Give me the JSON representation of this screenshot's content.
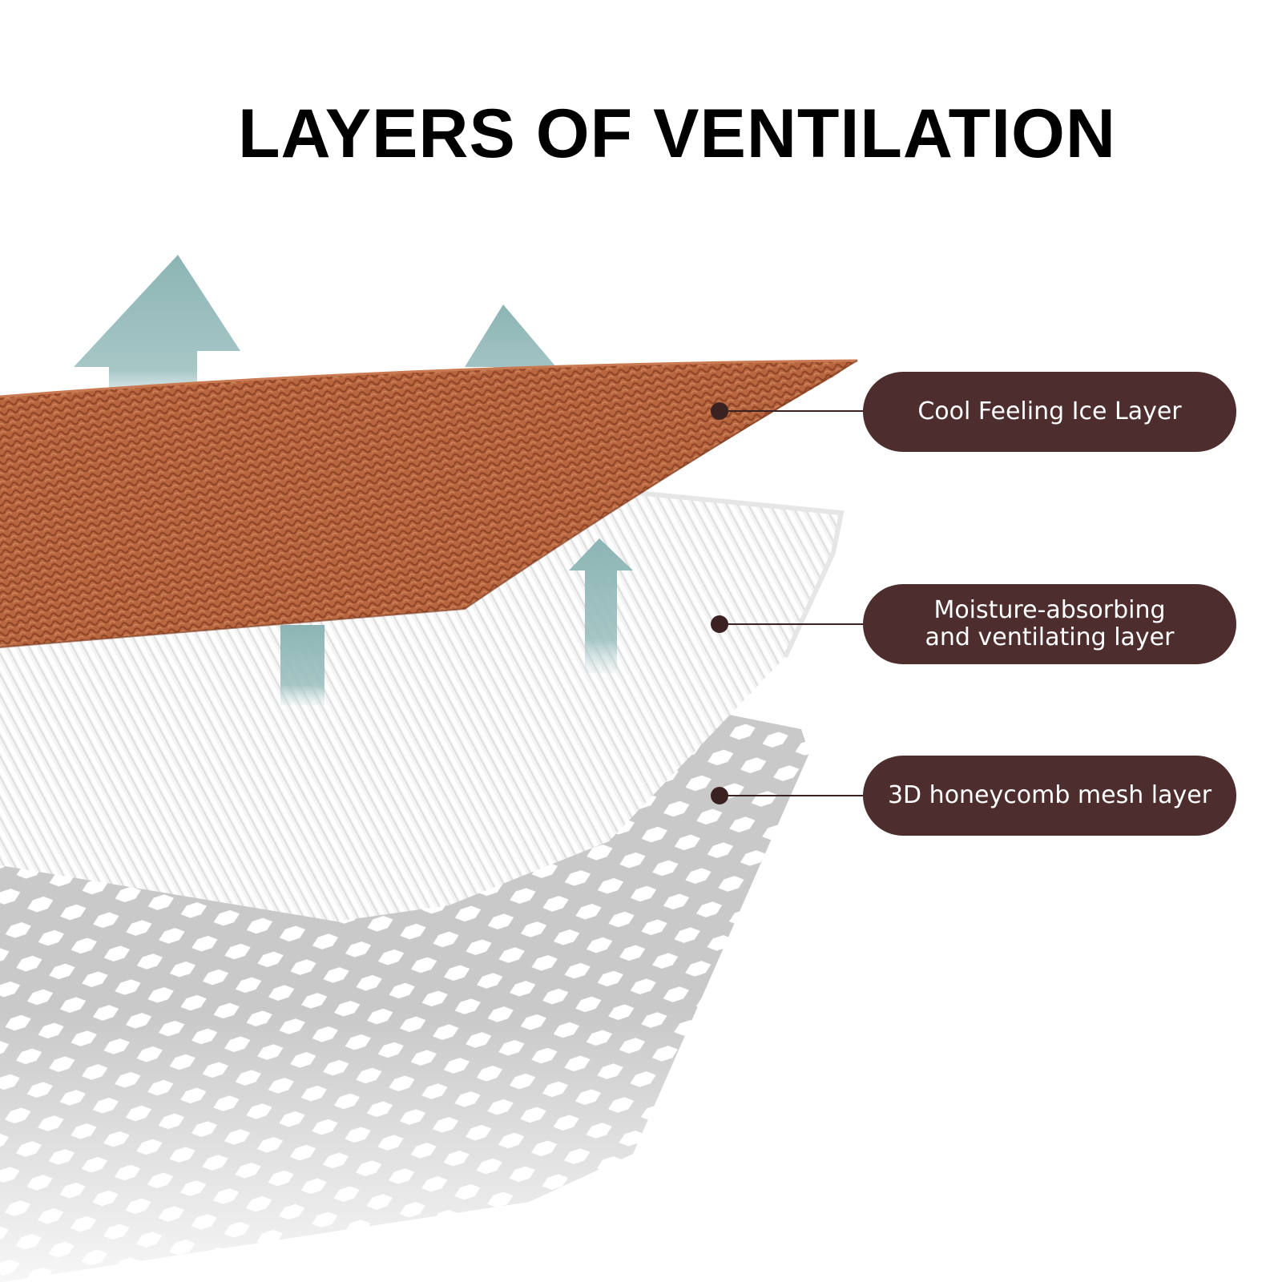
{
  "title": "LAYERS OF VENTILATION",
  "colors": {
    "pill_background": "#4d2d2d",
    "pill_text": "#ffffff",
    "ice_layer": "#b8663f",
    "ice_layer_dark": "#8f4526",
    "arrow": "#8cb4b4",
    "pointer_dot": "#3b2222",
    "mesh_gray": "#c8c8c8"
  },
  "layers": [
    {
      "label": "Cool Feeling Ice Layer",
      "lines": [
        "Cool Feeling Ice Layer"
      ]
    },
    {
      "label": "Moisture-absorbing and ventilating layer",
      "lines": [
        "Moisture-absorbing",
        "and ventilating layer"
      ]
    },
    {
      "label": "3D honeycomb mesh layer",
      "lines": [
        "3D honeycomb mesh layer"
      ]
    }
  ]
}
